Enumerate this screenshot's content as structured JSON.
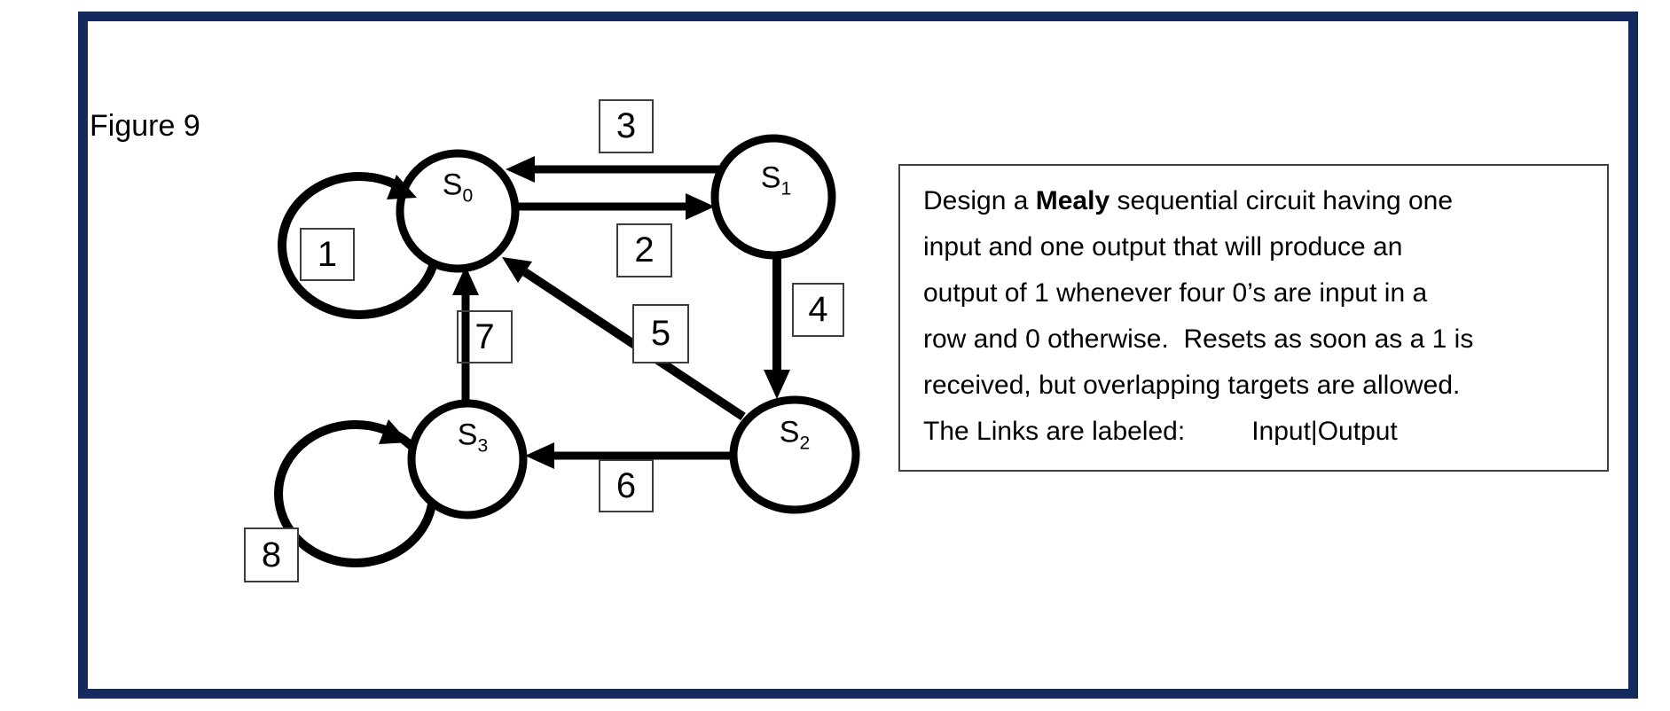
{
  "figure_label": "Figure 9",
  "frame_color": "#14295e",
  "diagram_type": "mealy-state-diagram",
  "states": {
    "s0": {
      "base": "S",
      "sub": "0"
    },
    "s1": {
      "base": "S",
      "sub": "1"
    },
    "s2": {
      "base": "S",
      "sub": "2"
    },
    "s3": {
      "base": "S",
      "sub": "3"
    }
  },
  "edges": [
    {
      "label": "1",
      "from": "S0",
      "to": "S0",
      "type": "self-loop"
    },
    {
      "label": "2",
      "from": "S0",
      "to": "S1",
      "type": "arrow"
    },
    {
      "label": "3",
      "from": "S1",
      "to": "S0",
      "type": "arrow"
    },
    {
      "label": "4",
      "from": "S1",
      "to": "S2",
      "type": "arrow"
    },
    {
      "label": "5",
      "from": "S2",
      "to": "S0",
      "type": "arrow"
    },
    {
      "label": "6",
      "from": "S2",
      "to": "S3",
      "type": "arrow"
    },
    {
      "label": "7",
      "from": "S3",
      "to": "S0",
      "type": "arrow"
    },
    {
      "label": "8",
      "from": "S3",
      "to": "S3",
      "type": "self-loop"
    }
  ],
  "problem_text": {
    "line1_pre": "Design a ",
    "line1_bold": "Mealy",
    "line1_post": " sequential circuit having one",
    "line2": "input and one output that will produce an",
    "line3": "output of 1 whenever four 0’s are input in a",
    "line4": "row and 0 otherwise.  Resets as soon as a 1 is",
    "line5": "received, but overlapping targets are allowed.",
    "line6": "The Links are labeled:         Input|Output"
  }
}
